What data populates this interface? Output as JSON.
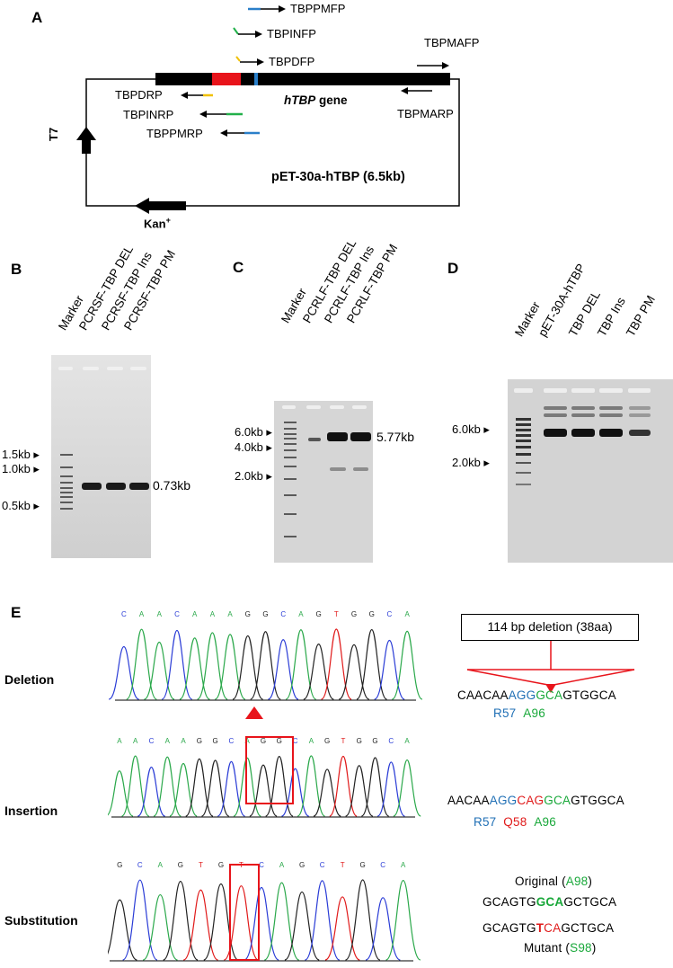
{
  "panels": {
    "A": {
      "letter": "A",
      "primers_forward": [
        "TBPPMFP",
        "TBPINFP",
        "TBPDFP"
      ],
      "primers_reverse": [
        "TBPDRP",
        "TBPINRP",
        "TBPPMRP"
      ],
      "maf": "TBPMAFP",
      "mar": "TBPMARP",
      "gene_label_italic": "hTBP",
      "gene_label_rest": " gene",
      "t7": "T7",
      "kan": "Kan",
      "kan_sup": "+",
      "plasmid": "pET-30a-hTBP (6.5kb)",
      "colors": {
        "deletion": "#f0c000",
        "insertion": "#22b04a",
        "point": "#2a7fc9",
        "red_box": "#e8141b"
      }
    },
    "B": {
      "letter": "B",
      "lanes": [
        "Marker",
        "PCRSF-TBP DEL",
        "PCRSF-TBP Ins",
        "PCRSF-TBP PM"
      ],
      "markers": [
        "1.5kb",
        "1.0kb",
        "0.5kb"
      ],
      "band_label": "0.73kb"
    },
    "C": {
      "letter": "C",
      "lanes": [
        "Marker",
        "PCRLF-TBP DEL",
        "PCRLF-TBP Ins",
        "PCRLF-TBP PM"
      ],
      "markers": [
        "6.0kb",
        "4.0kb",
        "2.0kb"
      ],
      "band_label": "5.77kb"
    },
    "D": {
      "letter": "D",
      "lanes": [
        "Marker",
        "pET-30A-hTBP",
        "TBP DEL",
        "TBP Ins",
        "TBP PM"
      ],
      "markers": [
        "6.0kb",
        "2.0kb"
      ]
    },
    "E": {
      "letter": "E",
      "rows": [
        "Deletion",
        "Insertion",
        "Substitution"
      ],
      "deletion_box": "114 bp deletion (38aa)",
      "del_seq": [
        "CAACAA",
        "AGG",
        "GCA",
        "GTGGCA"
      ],
      "del_aa": [
        "R57",
        "A96"
      ],
      "ins_seq": [
        "AACAA",
        "AGG",
        "CAG",
        "GCA",
        "GTGGCA"
      ],
      "ins_aa": [
        "R57",
        "Q58",
        "A96"
      ],
      "orig_label": [
        "Original (",
        "A98",
        ")"
      ],
      "orig_seq": [
        "GCAGTG",
        "GCA",
        "GCTGCA"
      ],
      "mut_seq": [
        "GCAGTG",
        "T",
        "CA",
        "GCTGCA"
      ],
      "mut_label": [
        "Mutant (",
        "S98",
        ")"
      ],
      "trace_bases": {
        "deletion": [
          "C",
          "A",
          "A",
          "C",
          "A",
          "A",
          "A",
          "G",
          "G",
          "C",
          "A",
          "G",
          "T",
          "G",
          "G",
          "C",
          "A"
        ],
        "insertion": [
          "A",
          "A",
          "C",
          "A",
          "A",
          "G",
          "G",
          "C",
          "A",
          "G",
          "G",
          "C",
          "A",
          "G",
          "T",
          "G",
          "G",
          "C",
          "A"
        ],
        "substitution": [
          "G",
          "C",
          "A",
          "G",
          "T",
          "G",
          "T",
          "C",
          "A",
          "G",
          "C",
          "T",
          "G",
          "C",
          "A"
        ]
      },
      "base_colors": {
        "A": "#2aa84a",
        "C": "#2a3cd6",
        "G": "#222222",
        "T": "#e01a1a"
      }
    }
  }
}
